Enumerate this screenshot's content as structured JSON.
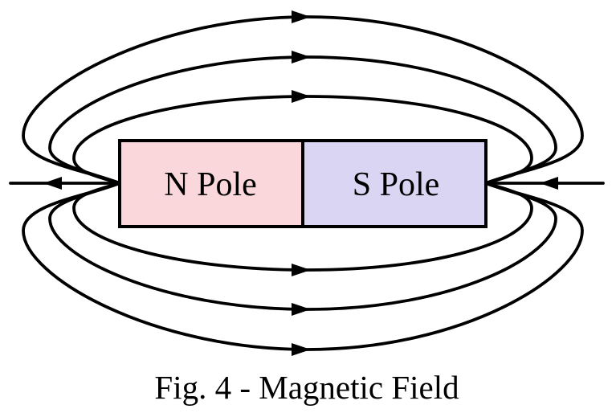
{
  "figure": {
    "caption": "Fig. 4 - Magnetic Field",
    "n_pole_label": "N Pole",
    "s_pole_label": "S Pole"
  },
  "icons": {
    "field_direction_arrows": "right-arrow-icon on top and bottom loops, left-arrow-icon on axial lines"
  },
  "colors": {
    "background": "#ffffff",
    "line-color": "#000000",
    "text-color": "#000000",
    "n-pole-fill": "#f9d7da",
    "s-pole-fill": "#d9d5f2"
  }
}
